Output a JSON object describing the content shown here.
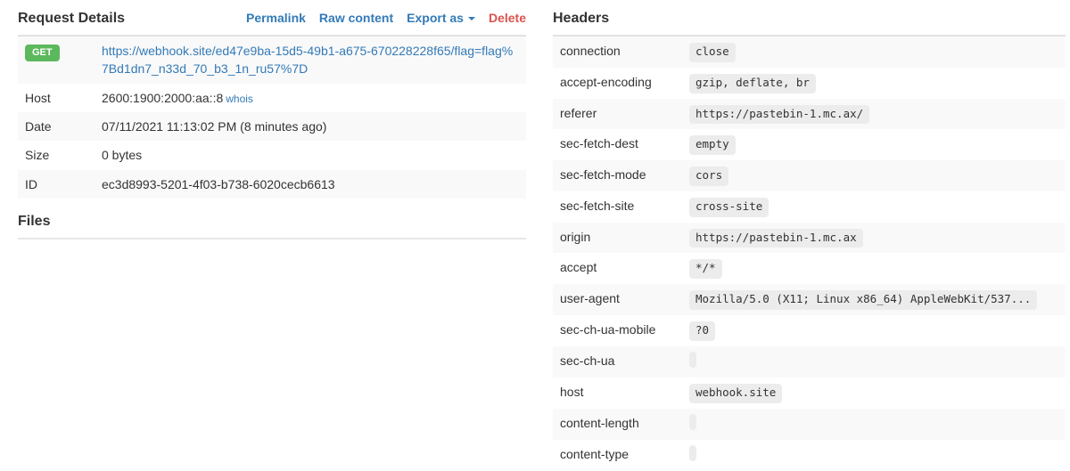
{
  "request_details": {
    "title": "Request Details",
    "actions": {
      "permalink": "Permalink",
      "raw_content": "Raw content",
      "export_as": "Export as",
      "delete": "Delete"
    },
    "method": "GET",
    "url": "https://webhook.site/ed47e9ba-15d5-49b1-a675-670228228f65/flag=flag%7Bd1dn7_n33d_70_b3_1n_ru57%7D",
    "host": {
      "label": "Host",
      "value": "2600:1900:2000:aa::8",
      "whois": "whois"
    },
    "date": {
      "label": "Date",
      "value": "07/11/2021 11:13:02 PM (8 minutes ago)"
    },
    "size": {
      "label": "Size",
      "value": "0 bytes"
    },
    "id": {
      "label": "ID",
      "value": "ec3d8993-5201-4f03-b738-6020cecb6613"
    }
  },
  "files": {
    "title": "Files"
  },
  "headers": {
    "title": "Headers",
    "rows": [
      {
        "name": "connection",
        "value": "close"
      },
      {
        "name": "accept-encoding",
        "value": "gzip, deflate, br"
      },
      {
        "name": "referer",
        "value": "https://pastebin-1.mc.ax/"
      },
      {
        "name": "sec-fetch-dest",
        "value": "empty"
      },
      {
        "name": "sec-fetch-mode",
        "value": "cors"
      },
      {
        "name": "sec-fetch-site",
        "value": "cross-site"
      },
      {
        "name": "origin",
        "value": "https://pastebin-1.mc.ax"
      },
      {
        "name": "accept",
        "value": "*/*"
      },
      {
        "name": "user-agent",
        "value": "Mozilla/5.0 (X11; Linux x86_64) AppleWebKit/537..."
      },
      {
        "name": "sec-ch-ua-mobile",
        "value": "?0"
      },
      {
        "name": "sec-ch-ua",
        "value": ""
      },
      {
        "name": "host",
        "value": "webhook.site"
      },
      {
        "name": "content-length",
        "value": ""
      },
      {
        "name": "content-type",
        "value": ""
      }
    ]
  },
  "colors": {
    "link_blue": "#337ab7",
    "danger_red": "#d9534f",
    "method_get_green": "#5cb85c",
    "row_stripe": "#f9f9f9",
    "pill_background": "#ececec"
  }
}
